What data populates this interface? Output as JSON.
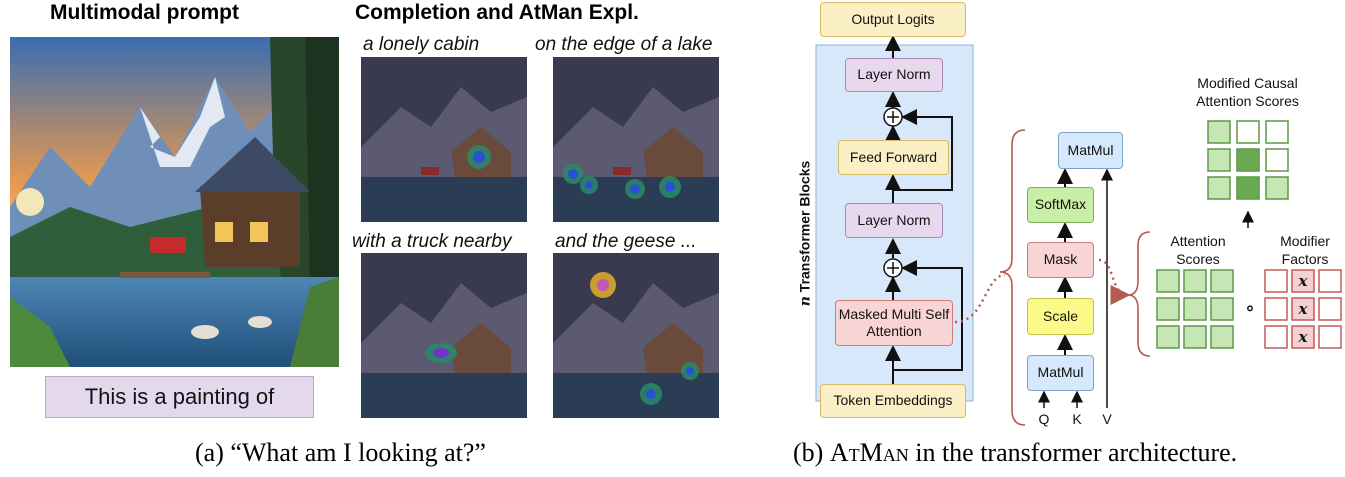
{
  "left": {
    "heading_prompt": "Multimodal prompt",
    "heading_completion": "Completion and AtMan Expl.",
    "prompt_text": "This is a painting of",
    "panels": [
      {
        "label": "a lonely cabin"
      },
      {
        "label": "on the edge of a lake"
      },
      {
        "label": "with a truck nearby"
      },
      {
        "label": "and the geese ..."
      }
    ],
    "caption": "(a) “What am I looking at?”"
  },
  "right": {
    "output": "Output Logits",
    "layer_norm_top": "Layer Norm",
    "feed_forward": "Feed Forward",
    "layer_norm_mid": "Layer Norm",
    "masked_attn": "Masked Multi Self Attention",
    "token_emb": "Token Embeddings",
    "n_var": "n",
    "transformer_blocks": "Transformer Blocks",
    "matmul_top": "MatMul",
    "softmax": "SoftMax",
    "mask": "Mask",
    "scale": "Scale",
    "matmul_bottom": "MatMul",
    "q": "Q",
    "k": "K",
    "v": "V",
    "modified_title": "Modified Causal Attention Scores",
    "attention_scores": "Attention Scores",
    "modifier_factors": "Modifier Factors",
    "hadamard": "∘",
    "x_symbol": "x",
    "plus_symbol": "+",
    "caption_prefix": "(b) ",
    "caption_atman": "AtMan",
    "caption_suffix": " in the transformer architecture."
  },
  "colors": {
    "block_bg": "#d8e8fb",
    "attention_green": "#c6e6b6",
    "attention_green_border": "#5a9a45",
    "modified_filled": "#6aaa52",
    "modifier_red": "#c45a5a",
    "modifier_fill": "#f4d0d0",
    "dotted_red": "#b35a52"
  }
}
